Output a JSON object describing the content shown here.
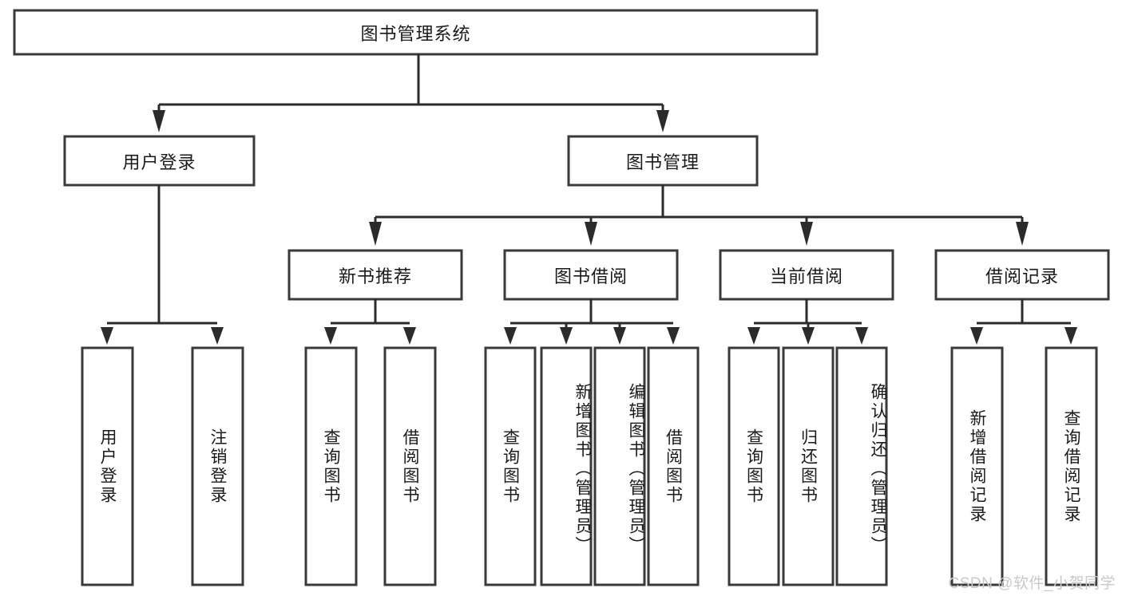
{
  "diagram": {
    "title": "图书管理系统",
    "type": "tree-hierarchy-diagram",
    "root": {
      "label": "图书管理系统"
    },
    "level2": [
      {
        "label": "用户登录"
      },
      {
        "label": "图书管理"
      }
    ],
    "level3": [
      {
        "label": "新书推荐"
      },
      {
        "label": "图书借阅"
      },
      {
        "label": "当前借阅"
      },
      {
        "label": "借阅记录"
      }
    ],
    "leaves": {
      "user_login": [
        {
          "label": "用户登录"
        },
        {
          "label": "注销登录"
        }
      ],
      "new_book_recommend": [
        {
          "label": "查询图书"
        },
        {
          "label": "借阅图书"
        }
      ],
      "book_borrow": [
        {
          "label": "查询图书"
        },
        {
          "label": "新增图书（管理员）"
        },
        {
          "label": "编辑图书（管理员）"
        },
        {
          "label": "借阅图书"
        }
      ],
      "current_borrow": [
        {
          "label": "查询图书"
        },
        {
          "label": "归还图书"
        },
        {
          "label": "确认归还（管理员）"
        }
      ],
      "borrow_record": [
        {
          "label": "新增借阅记录"
        },
        {
          "label": "查询借阅记录"
        }
      ]
    }
  },
  "watermark": {
    "text": "CSDN @软件_小贺同学"
  },
  "colors": {
    "box_border": "#3a3a3a",
    "connector": "#2b2b2b",
    "box_fill": "#ffffff",
    "text": "#1a1a1a",
    "watermark": "#c9c9c9"
  }
}
